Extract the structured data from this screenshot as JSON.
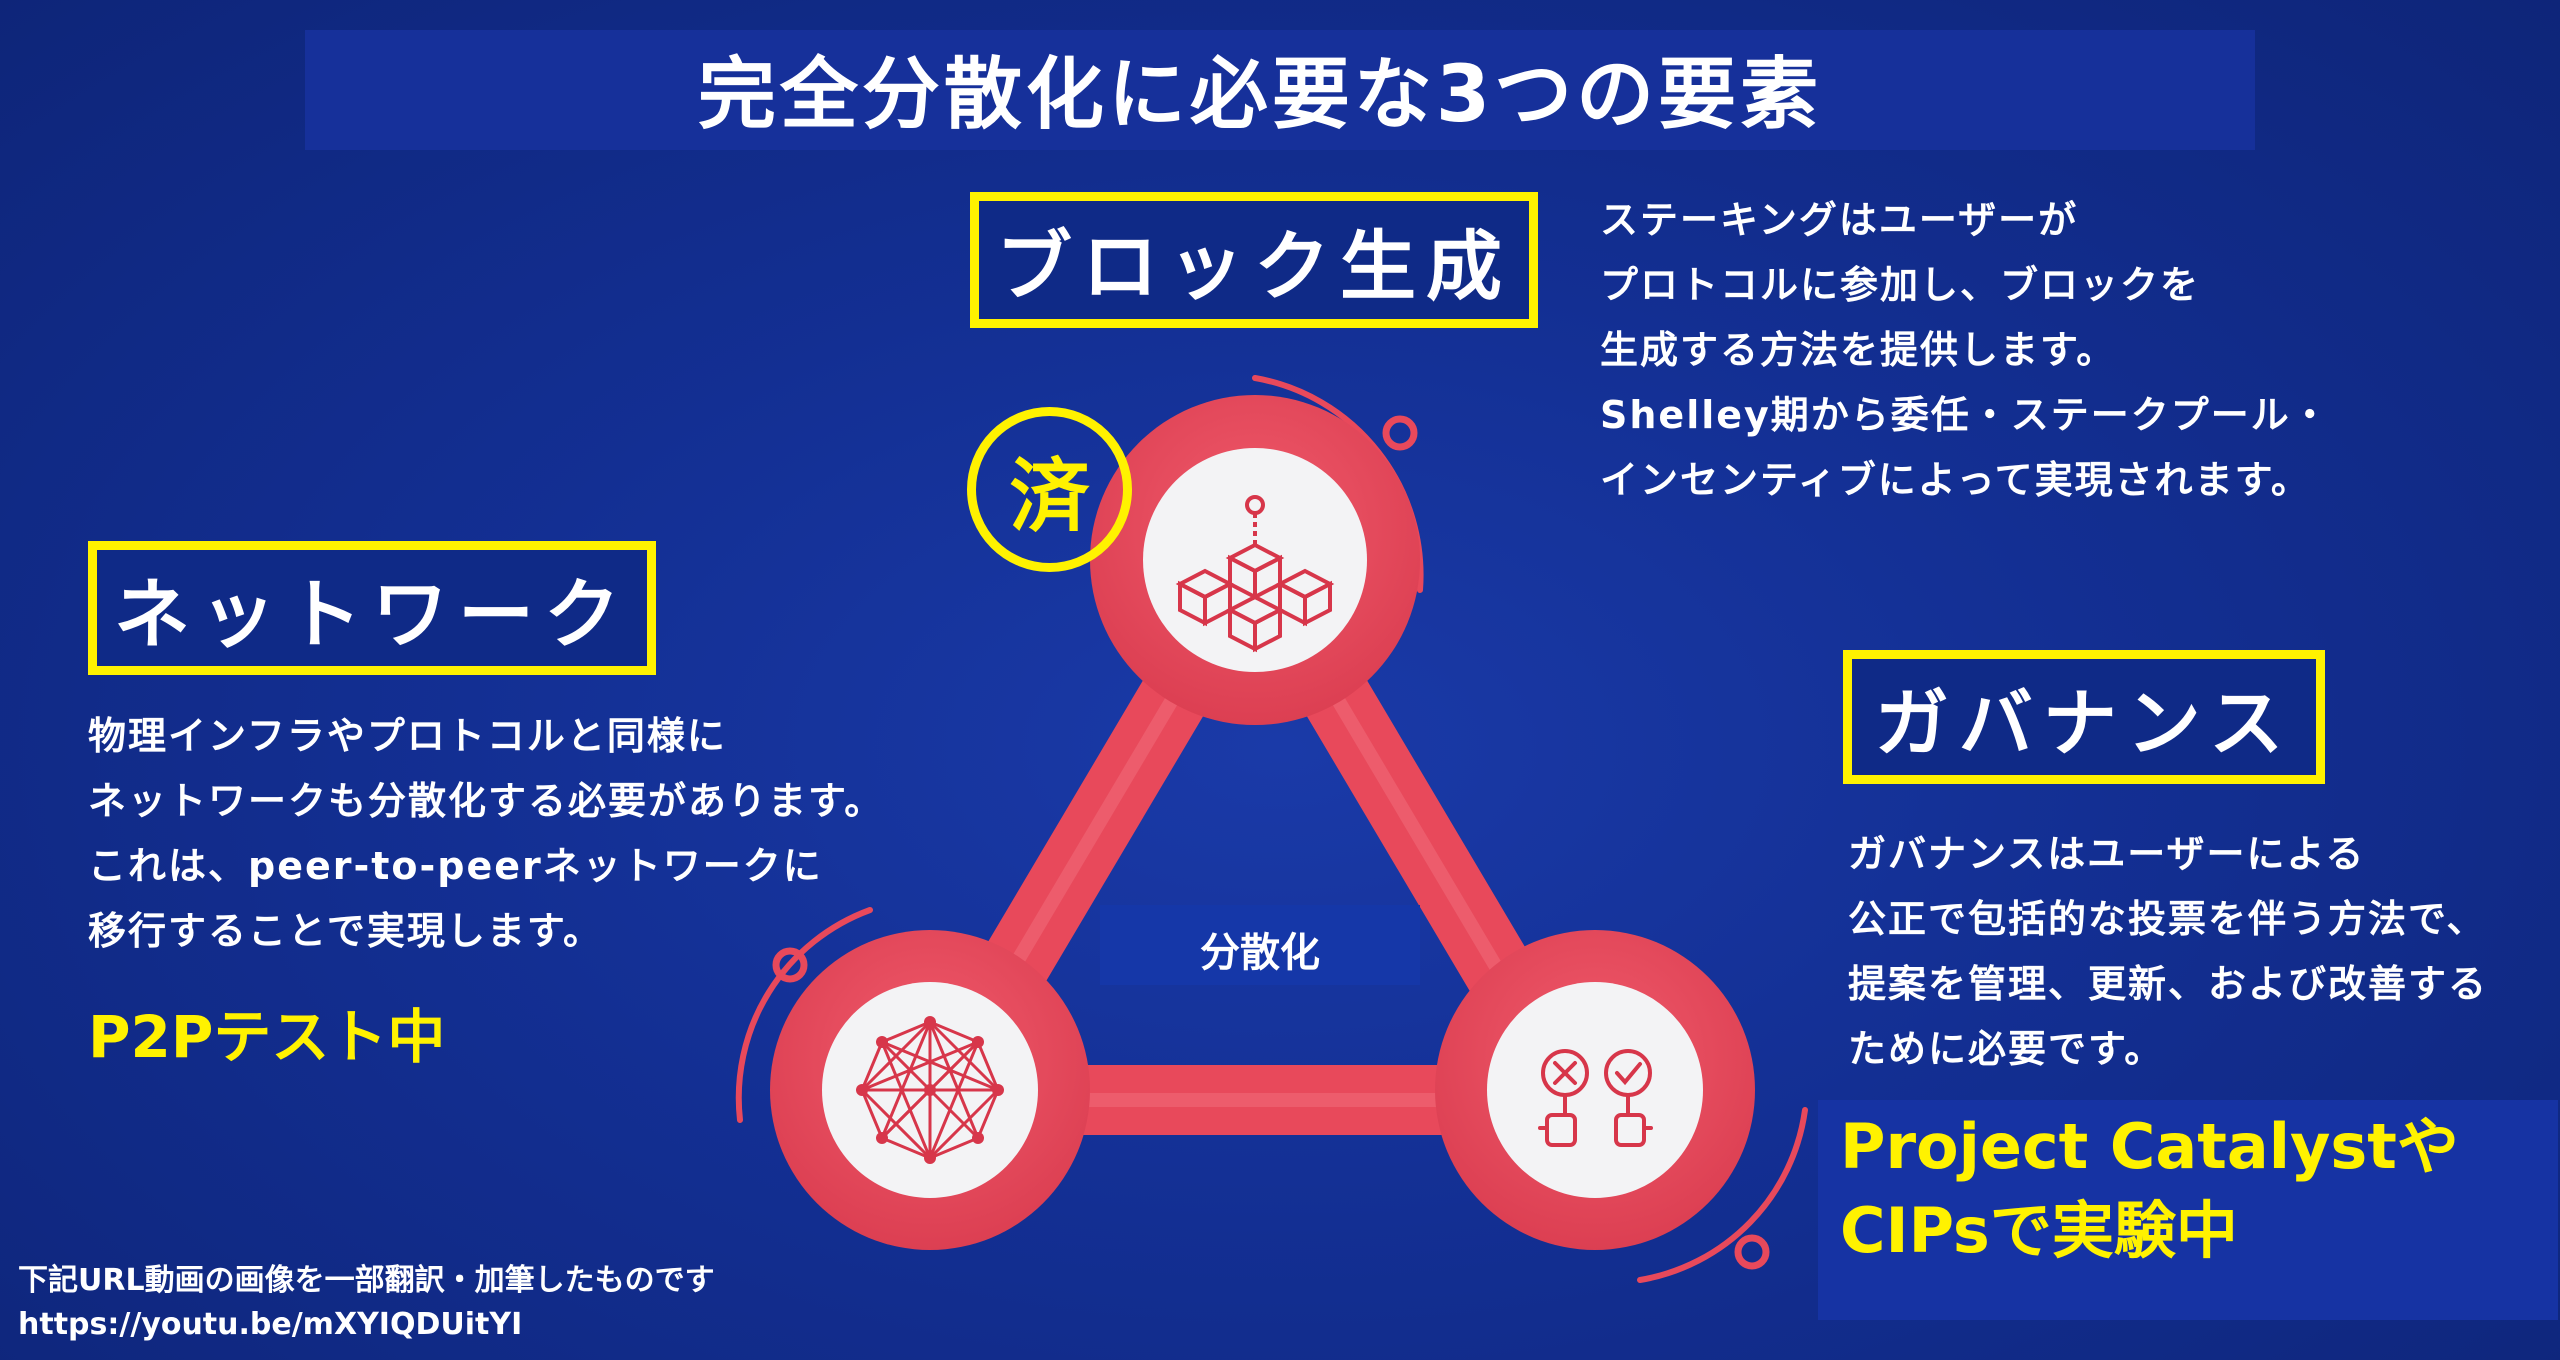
{
  "title": "完全分散化に必要な3つの要素",
  "center_label": "分散化",
  "block_production": {
    "heading": "ブロック生成",
    "stamp": "済",
    "description": [
      "ステーキングはユーザーが",
      "プロトコルに参加し、ブロックを",
      "生成する方法を提供します。",
      "Shelley期から委任・ステークプール・",
      "インセンティブによって実現されます。"
    ]
  },
  "network": {
    "heading": "ネットワーク",
    "description": [
      "物理インフラやプロトコルと同様に",
      "ネットワークも分散化する必要があります。",
      "これは、peer-to-peerネットワークに",
      "移行することで実現します。"
    ],
    "status": "P2Pテスト中"
  },
  "governance": {
    "heading": "ガバナンス",
    "description": [
      "ガバナンスはユーザーによる",
      "公正で包括的な投票を伴う方法で、",
      "提案を管理、更新、および改善する",
      "ために必要です。"
    ],
    "status": [
      "Project Catalystや",
      "CIPsで実験中"
    ]
  },
  "footer": {
    "note": "下記URL動画の画像を一部翻訳・加筆したものです",
    "url": "https://youtu.be/mXYIQDUitYI"
  },
  "icons": {
    "top": "blocks-icon",
    "left": "network-mesh-icon",
    "right": "voting-hands-icon"
  },
  "colors": {
    "background": "#132f93",
    "accent_yellow": "#fff200",
    "triangle_red": "#e5485a",
    "icon_red": "#d7364a"
  }
}
